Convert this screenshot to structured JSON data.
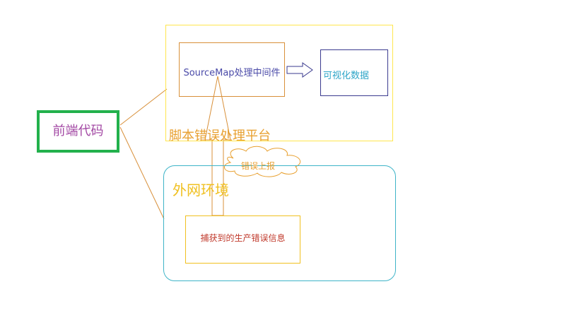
{
  "colors": {
    "frontend_border": "#22b14c",
    "frontend_text": "#a349a4",
    "platform_border": "#ffe64d",
    "platform_text": "#e8a030",
    "sourcemap_border": "#d8903a",
    "sourcemap_text": "#4a4aa8",
    "visual_border": "#3b3b8f",
    "visual_text": "#2fa6c8",
    "extnet_border": "#3eb4c8",
    "extnet_text": "#f0c020",
    "captured_border": "#f0c020",
    "captured_text": "#c0392b",
    "connector": "#d8903a",
    "arrow_right": "#3b3b8f",
    "arrow_up": "#d8903a",
    "cloud": "#e8a030"
  },
  "nodes": {
    "frontend": "前端代码",
    "platform": "脚本错误处理平台",
    "sourcemap": "SourceMap处理中间件",
    "visualize": "可视化数据",
    "external_env": "外网环境",
    "captured": "捕获到的生产错误信息"
  },
  "edges": {
    "report": "错误上报"
  }
}
